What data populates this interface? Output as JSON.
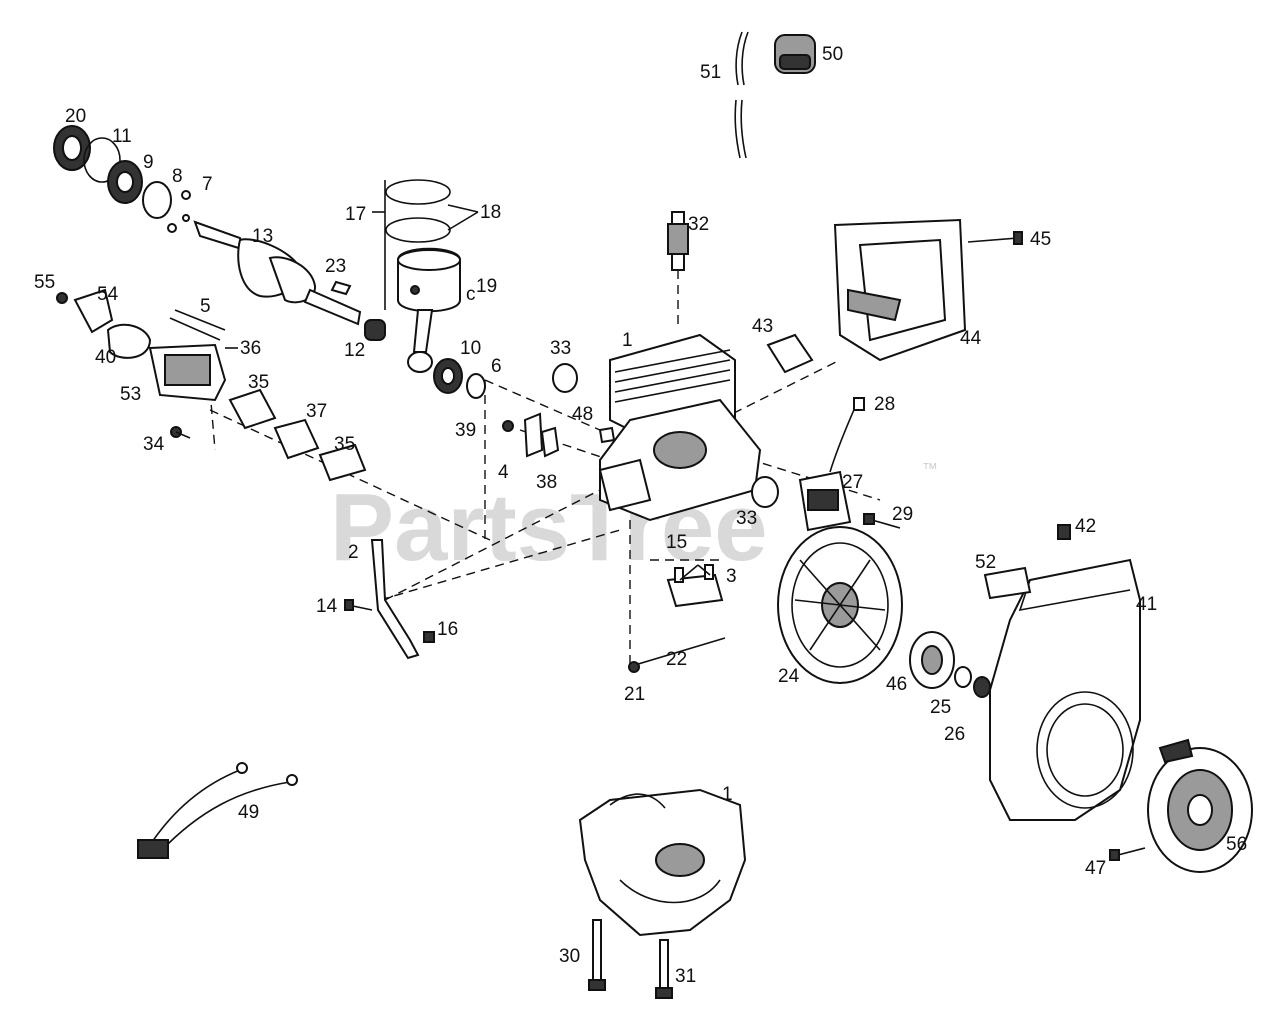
{
  "watermark": {
    "text": "PartsTree",
    "trademark": "™"
  },
  "callouts": {
    "c1a": "1",
    "c1b": "1",
    "c2": "2",
    "c3": "3",
    "c4": "4",
    "c5": "5",
    "c6": "6",
    "c7": "7",
    "c8": "8",
    "c9": "9",
    "c10": "10",
    "c11": "11",
    "c12": "12",
    "c13": "13",
    "c14": "14",
    "c15": "15",
    "c16": "16",
    "c17": "17",
    "c18": "18",
    "c19": "19",
    "c20": "20",
    "c21": "21",
    "c22": "22",
    "c23": "23",
    "c24": "24",
    "c25": "25",
    "c26": "26",
    "c27": "27",
    "c28": "28",
    "c29": "29",
    "c30": "30",
    "c31": "31",
    "c32": "32",
    "c33a": "33",
    "c33b": "33",
    "c34": "34",
    "c35a": "35",
    "c35b": "35",
    "c36": "36",
    "c37": "37",
    "c38": "38",
    "c39": "39",
    "c40": "40",
    "c41": "41",
    "c42": "42",
    "c43": "43",
    "c44": "44",
    "c45": "45",
    "c46": "46",
    "c47": "47",
    "c48": "48",
    "c49": "49",
    "c50": "50",
    "c51": "51",
    "c52": "52",
    "c53": "53",
    "c54": "54",
    "c55": "55",
    "c56": "56",
    "c19_symbol": "c"
  }
}
